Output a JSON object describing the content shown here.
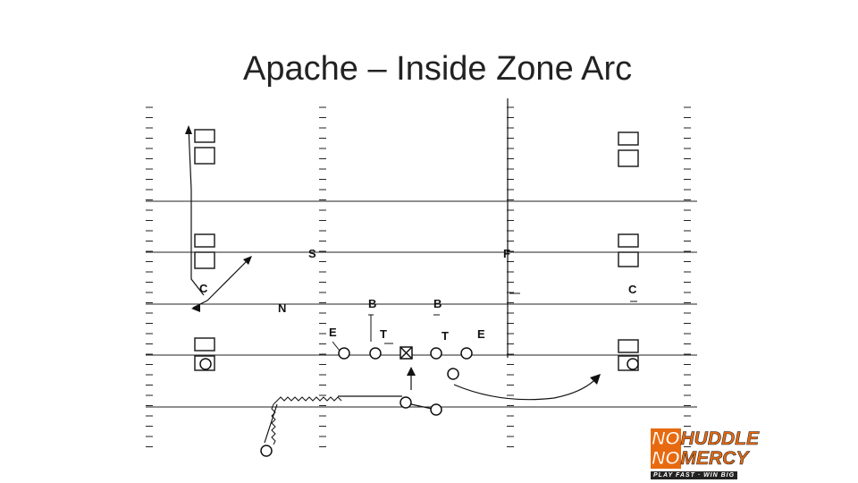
{
  "slide": {
    "title": "Apache – Inside Zone Arc"
  },
  "defense": {
    "S": "S",
    "F": "F",
    "C_left": "C",
    "C_right": "C",
    "N": "N",
    "B_left": "B",
    "B_right": "B",
    "E_left": "E",
    "T_left": "T",
    "T_right": "T",
    "E_right": "E"
  },
  "logo": {
    "word1": "NO",
    "word2": "HUDDLE",
    "word3": "NO",
    "word4": "MERCY",
    "tagline": "PLAY FAST · WIN BIG"
  }
}
